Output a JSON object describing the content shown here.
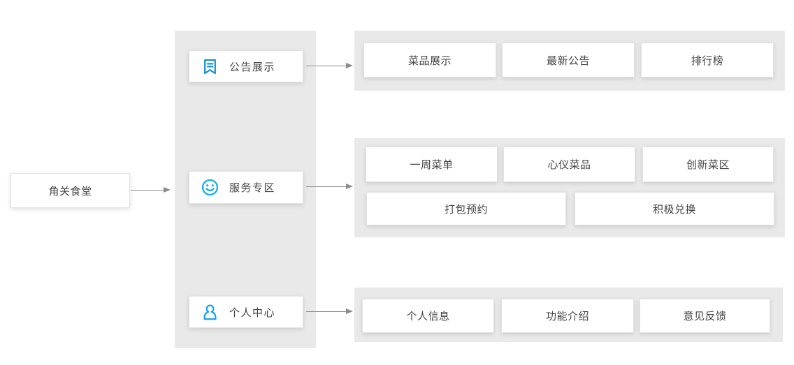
{
  "diagram": {
    "root": {
      "label": "角关食堂"
    },
    "branches": {
      "announce": {
        "label": "公告展示",
        "icon": "bookmark-icon"
      },
      "service": {
        "label": "服务专区",
        "icon": "smiley-icon"
      },
      "personal": {
        "label": "个人中心",
        "icon": "person-icon"
      }
    },
    "announce_items": [
      "菜品展示",
      "最新公告",
      "排行榜"
    ],
    "service_items_row1": [
      "一周菜单",
      "心仪菜品",
      "创新菜区"
    ],
    "service_items_row2": [
      "打包预约",
      "积极兑换"
    ],
    "personal_items": [
      "个人信息",
      "功能介绍",
      "意见反馈"
    ]
  },
  "colors": {
    "canvas_bg": "#ffffff",
    "panel_bg": "#e9e9e9",
    "node_bg": "#ffffff",
    "node_border": "#e3e3e3",
    "text": "#434343",
    "arrow": "#8c8c8c",
    "bookmark_icon_color": "#1593d6",
    "smiley_icon_color": "#12aaf0",
    "person_icon_color": "#16a0f5"
  }
}
